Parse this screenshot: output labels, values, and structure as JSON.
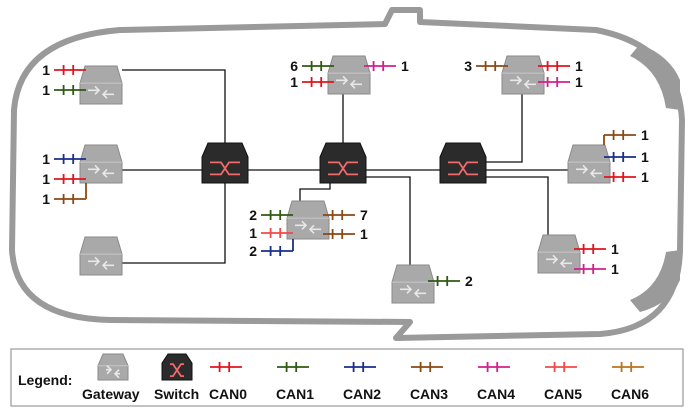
{
  "colors": {
    "CAN0": "#e0141e",
    "CAN1": "#2e5a12",
    "CAN2": "#1a2e8c",
    "CAN3": "#8a4a14",
    "CAN4": "#d0208a",
    "CAN5": "#f04a4a",
    "CAN6": "#b8761a",
    "gateway": "#a9a9a9",
    "switch": "#2b2b2b",
    "car_outline": "#9a9a9a",
    "wire": "#111111"
  },
  "gateways": [
    {
      "id": "gw-left-1",
      "buses": [
        {
          "side": "left",
          "bus": "CAN0",
          "count": "1"
        },
        {
          "side": "left",
          "bus": "CAN1",
          "count": "1"
        }
      ]
    },
    {
      "id": "gw-left-2",
      "buses": [
        {
          "side": "left",
          "bus": "CAN2",
          "count": "1"
        },
        {
          "side": "left",
          "bus": "CAN0",
          "count": "1"
        },
        {
          "side": "left",
          "bus": "CAN3",
          "count": "1"
        }
      ]
    },
    {
      "id": "gw-left-3",
      "buses": []
    },
    {
      "id": "gw-top-center",
      "buses": [
        {
          "side": "left",
          "bus": "CAN1",
          "count": "6"
        },
        {
          "side": "left",
          "bus": "CAN0",
          "count": "1"
        },
        {
          "side": "right",
          "bus": "CAN4",
          "count": "1"
        }
      ]
    },
    {
      "id": "gw-top-right",
      "buses": [
        {
          "side": "left",
          "bus": "CAN3",
          "count": "3"
        },
        {
          "side": "right",
          "bus": "CAN0",
          "count": "1"
        },
        {
          "side": "right",
          "bus": "CAN4",
          "count": "1"
        }
      ]
    },
    {
      "id": "gw-center",
      "buses": [
        {
          "side": "left",
          "bus": "CAN1",
          "count": "2"
        },
        {
          "side": "left",
          "bus": "CAN5",
          "count": "1"
        },
        {
          "side": "left",
          "bus": "CAN2",
          "count": "2"
        },
        {
          "side": "right",
          "bus": "CAN3",
          "count": "7"
        },
        {
          "side": "right",
          "bus": "CAN3",
          "count": "1"
        }
      ]
    },
    {
      "id": "gw-bottom-center",
      "buses": [
        {
          "side": "right",
          "bus": "CAN1",
          "count": "2"
        }
      ]
    },
    {
      "id": "gw-right-1",
      "buses": [
        {
          "side": "right",
          "bus": "CAN3",
          "count": "1"
        },
        {
          "side": "right",
          "bus": "CAN2",
          "count": "1"
        },
        {
          "side": "right",
          "bus": "CAN0",
          "count": "1"
        }
      ]
    },
    {
      "id": "gw-right-2",
      "buses": [
        {
          "side": "right",
          "bus": "CAN0",
          "count": "1"
        },
        {
          "side": "right",
          "bus": "CAN4",
          "count": "1"
        }
      ]
    }
  ],
  "switches": [
    "switch-left",
    "switch-center",
    "switch-right"
  ],
  "legend": {
    "title": "Legend:",
    "gateway_label": "Gateway",
    "switch_label": "Switch",
    "buses": [
      "CAN0",
      "CAN1",
      "CAN2",
      "CAN3",
      "CAN4",
      "CAN5",
      "CAN6"
    ]
  }
}
